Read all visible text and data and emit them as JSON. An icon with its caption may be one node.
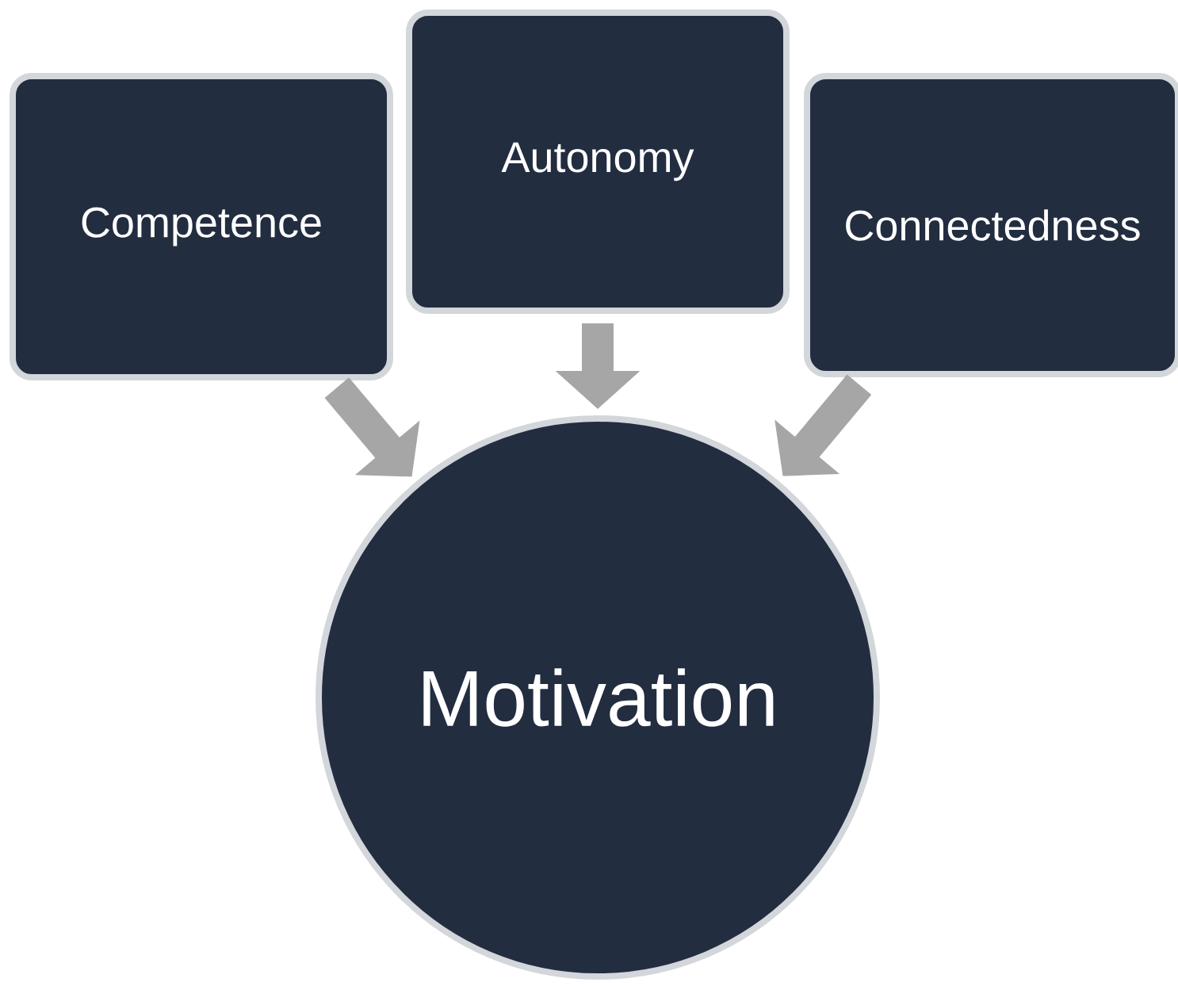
{
  "diagram": {
    "nodes": [
      {
        "text": [
          "Competence"
        ]
      },
      {
        "text": [
          "Autonomy"
        ]
      },
      {
        "text": [
          "Connectedness"
        ]
      },
      {
        "text": [
          "Motivation"
        ]
      }
    ],
    "edges": [
      {
        "from": 0,
        "to": 3,
        "arrow": "to"
      },
      {
        "from": 1,
        "to": 3,
        "arrow": "to"
      },
      {
        "from": 2,
        "to": 3,
        "arrow": "to"
      }
    ]
  }
}
